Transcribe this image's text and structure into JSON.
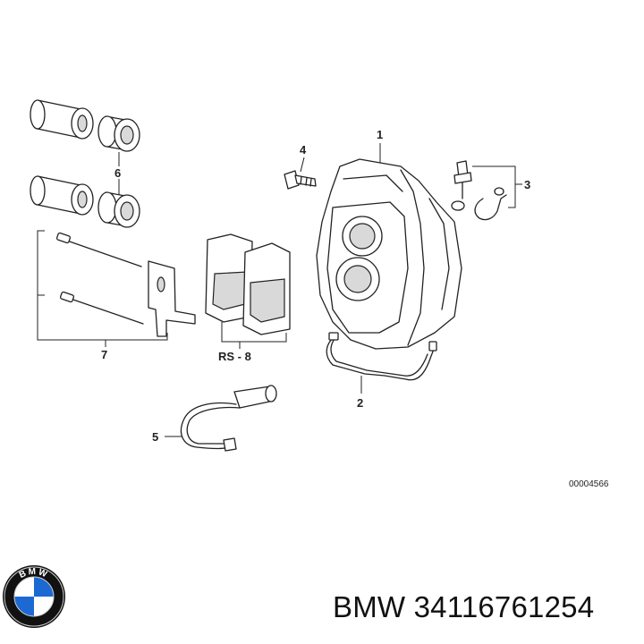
{
  "callouts": {
    "c1": "1",
    "c2": "2",
    "c3": "3",
    "c4": "4",
    "c5": "5",
    "c6": "6",
    "c7": "7",
    "c8": "RS - 8"
  },
  "reference_code": "00004566",
  "brand": {
    "logo_text": "BMW",
    "logo_colors": {
      "blue": "#1c69d4",
      "white": "#ffffff",
      "black": "#111111"
    }
  },
  "part_number_text": "BMW 34116761254"
}
